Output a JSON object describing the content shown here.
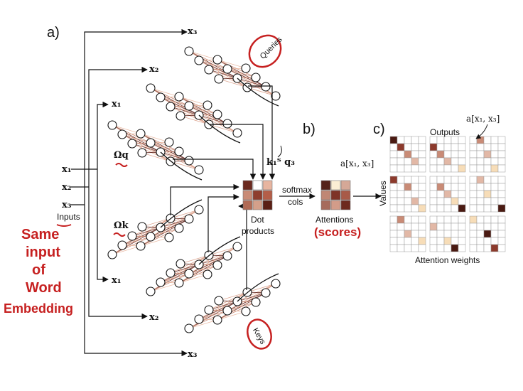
{
  "panel_labels": {
    "a": "a)",
    "b": "b)",
    "c": "c)"
  },
  "inputs": {
    "x1": "x₁",
    "x2": "x₂",
    "x3": "x₃",
    "caption": "Inputs"
  },
  "network_labels": {
    "omega_q": "Ωq",
    "omega_k": "Ωk",
    "queries": "Queries",
    "keys": "Keys"
  },
  "dot_products": {
    "formula": "k₁ᵀ q₃",
    "caption_line1": "Dot",
    "caption_line2": "products"
  },
  "softmax": {
    "line1": "softmax",
    "line2": "cols"
  },
  "attentions": {
    "label": "a[x₁, x₃]",
    "caption": "Attentions"
  },
  "panel_c": {
    "outputs": "Outputs",
    "values": "Values",
    "annotation": "a[x₁, x₃]",
    "attention_weights": "Attention weights"
  },
  "handwriting": {
    "scores": "(scores)",
    "note_line1": "Same",
    "note_line2": "input",
    "note_line3": "of",
    "note_line4": "Word",
    "note_line5": "Embedding"
  },
  "dot_matrix_colors": [
    [
      "#6b2a1f",
      "#ffffff",
      "#e7b5a0"
    ],
    [
      "#c98b76",
      "#8e3d2d",
      "#b45e48"
    ],
    [
      "#b06a55",
      "#d4a08a",
      "#5a1f14"
    ]
  ],
  "attention_matrix_colors": [
    [
      "#55231a",
      "#fbeed4",
      "#d5a897"
    ],
    [
      "#c08774",
      "#7e3327",
      "#a85a48"
    ],
    [
      "#a66b5c",
      "#d39c89",
      "#6d2a1e"
    ]
  ]
}
